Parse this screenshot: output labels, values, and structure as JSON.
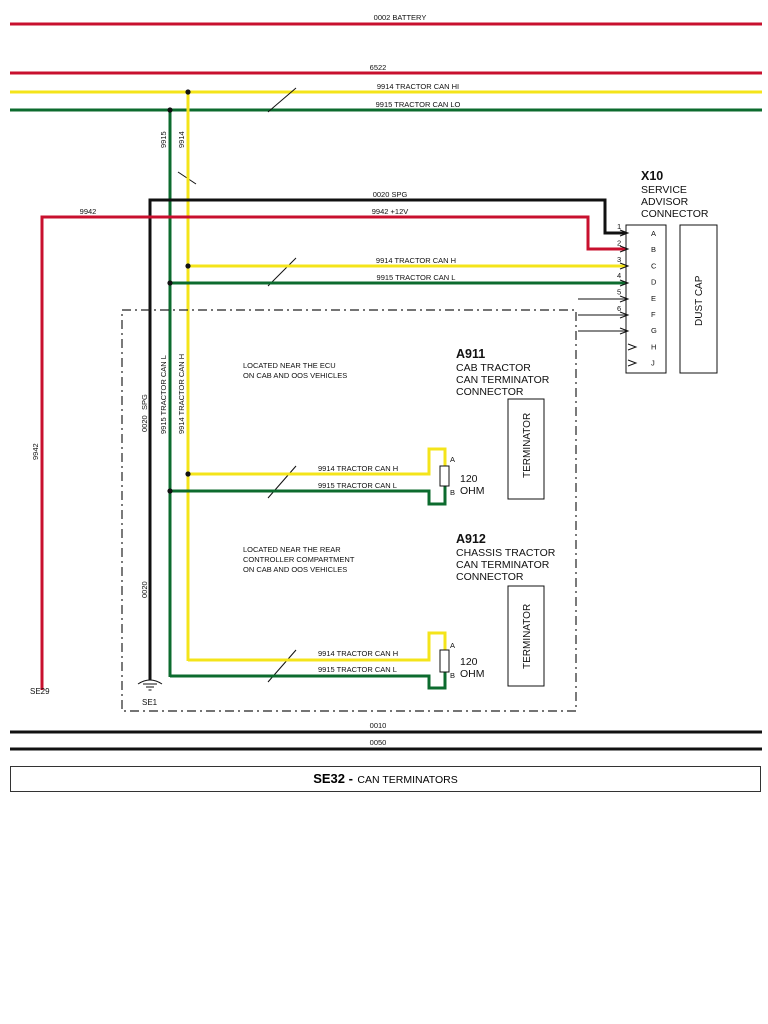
{
  "colors": {
    "red": "#c8102e",
    "yellow": "#f4e41a",
    "green": "#0c6b2e",
    "black": "#111111"
  },
  "wires": {
    "battery": "0002 BATTERY",
    "w6522": "6522",
    "can_hi": "9914 TRACTOR CAN HI",
    "can_lo": "9915 TRACTOR CAN LO",
    "spg": "0020 SPG",
    "w9942": "9942",
    "plus12v": "9942 +12V",
    "can_h": "9914 TRACTOR CAN H",
    "can_l": "9915 TRACTOR CAN L",
    "v9915": "9915",
    "v9914": "9914",
    "v_can_l": "9915 TRACTOR CAN L",
    "v_can_h": "9914 TRACTOR CAN H",
    "v_spg_num": "0020",
    "v_spg": "SPG",
    "v_0020": "0020",
    "left_9942": "9942",
    "w0010": "0010",
    "w0050": "0050"
  },
  "x10": {
    "id": "X10",
    "line1": "SERVICE",
    "line2": "ADVISOR",
    "line3": "CONNECTOR",
    "pins": [
      "A",
      "B",
      "C",
      "D",
      "E",
      "F",
      "G",
      "H",
      "J"
    ],
    "pin_numbers": [
      "1",
      "2",
      "3",
      "4",
      "5",
      "6"
    ],
    "dust_cap": "DUST CAP"
  },
  "a911": {
    "id": "A911",
    "line1": "CAB TRACTOR",
    "line2": "CAN TERMINATOR",
    "line3": "CONNECTOR",
    "location1": "LOCATED NEAR THE ECU",
    "location2": "ON CAB AND OOS VEHICLES",
    "terminator": "TERMINATOR",
    "resistor_value": "120",
    "resistor_unit": "OHM",
    "pin_a": "A",
    "pin_b": "B"
  },
  "a912": {
    "id": "A912",
    "line1": "CHASSIS TRACTOR",
    "line2": "CAN TERMINATOR",
    "line3": "CONNECTOR",
    "location1": "LOCATED NEAR THE REAR",
    "location2": "CONTROLLER COMPARTMENT",
    "location3": "ON CAB AND OOS VEHICLES",
    "terminator": "TERMINATOR",
    "resistor_value": "120",
    "resistor_unit": "OHM",
    "pin_a": "A",
    "pin_b": "B"
  },
  "grounds": {
    "se1": "SE1",
    "se29": "SE29"
  },
  "footer": {
    "code": "SE32 -",
    "title": "CAN TERMINATORS"
  }
}
